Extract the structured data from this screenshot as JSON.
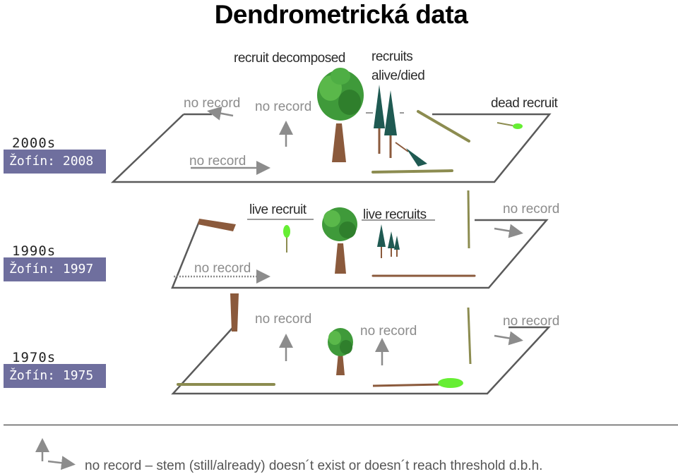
{
  "title": "Dendrometrická data",
  "eras": [
    {
      "decade": "2000s",
      "site": "Žofín: 2008"
    },
    {
      "decade": "1990s",
      "site": "Žofín: 1997"
    },
    {
      "decade": "1970s",
      "site": "Žofín: 1975"
    }
  ],
  "labels_2000s": {
    "no_record_a": "no record",
    "no_record_b": "no record",
    "no_record_c": "no record",
    "recruit_decomposed": "recruit decomposed",
    "recruits_alive_died_1": "recruits",
    "recruits_alive_died_2": "alive/died",
    "dead_recruit": "dead recruit"
  },
  "labels_1990s": {
    "live_recruit": "live recruit",
    "live_recruits": "live recruits",
    "no_record_right": "no record",
    "no_record_left": "no record"
  },
  "labels_1970s": {
    "no_record_a": "no record",
    "no_record_b": "no record",
    "no_record_c": "no record"
  },
  "legend": {
    "text": "no record – stem (still/already) doesn´t exist or doesn´t reach threshold d.b.h."
  },
  "colors": {
    "era_badge": "#6f6f9e",
    "plane_edge": "#5a5a5a",
    "crown": "#3f9a3a",
    "spruce": "#1f5a52",
    "trunk": "#8b5a3c",
    "log": "#8c6a4a",
    "bright_green": "#66ee33"
  }
}
